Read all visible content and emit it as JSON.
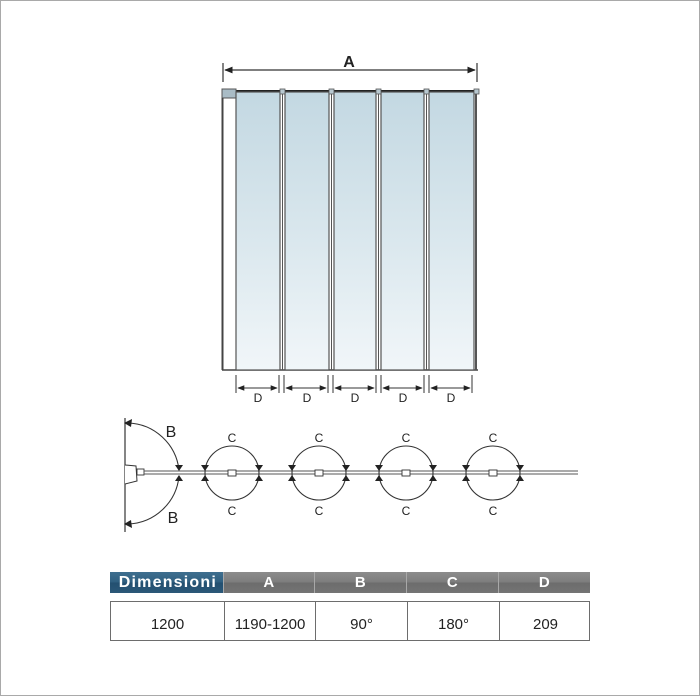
{
  "elevation_view": {
    "width_label": "A",
    "panel_count": 5,
    "panel_width_labels": [
      "D",
      "D",
      "D",
      "D",
      "D"
    ]
  },
  "plan_view": {
    "wall_swing_labels": [
      "B",
      "B"
    ],
    "hinge_swing_labels": [
      {
        "top": "C",
        "bottom": "C"
      },
      {
        "top": "C",
        "bottom": "C"
      },
      {
        "top": "C",
        "bottom": "C"
      },
      {
        "top": "C",
        "bottom": "C"
      }
    ]
  },
  "dimensions_table": {
    "headers": [
      "Dimensioni",
      "A",
      "B",
      "C",
      "D"
    ],
    "values": [
      "1200",
      "1190-1200",
      "90°",
      "180°",
      "209"
    ]
  },
  "colors": {
    "glass": "#c9dde6",
    "header_primary": "#2f5f80",
    "header_secondary": "#7d7d7d",
    "line": "#333333"
  }
}
